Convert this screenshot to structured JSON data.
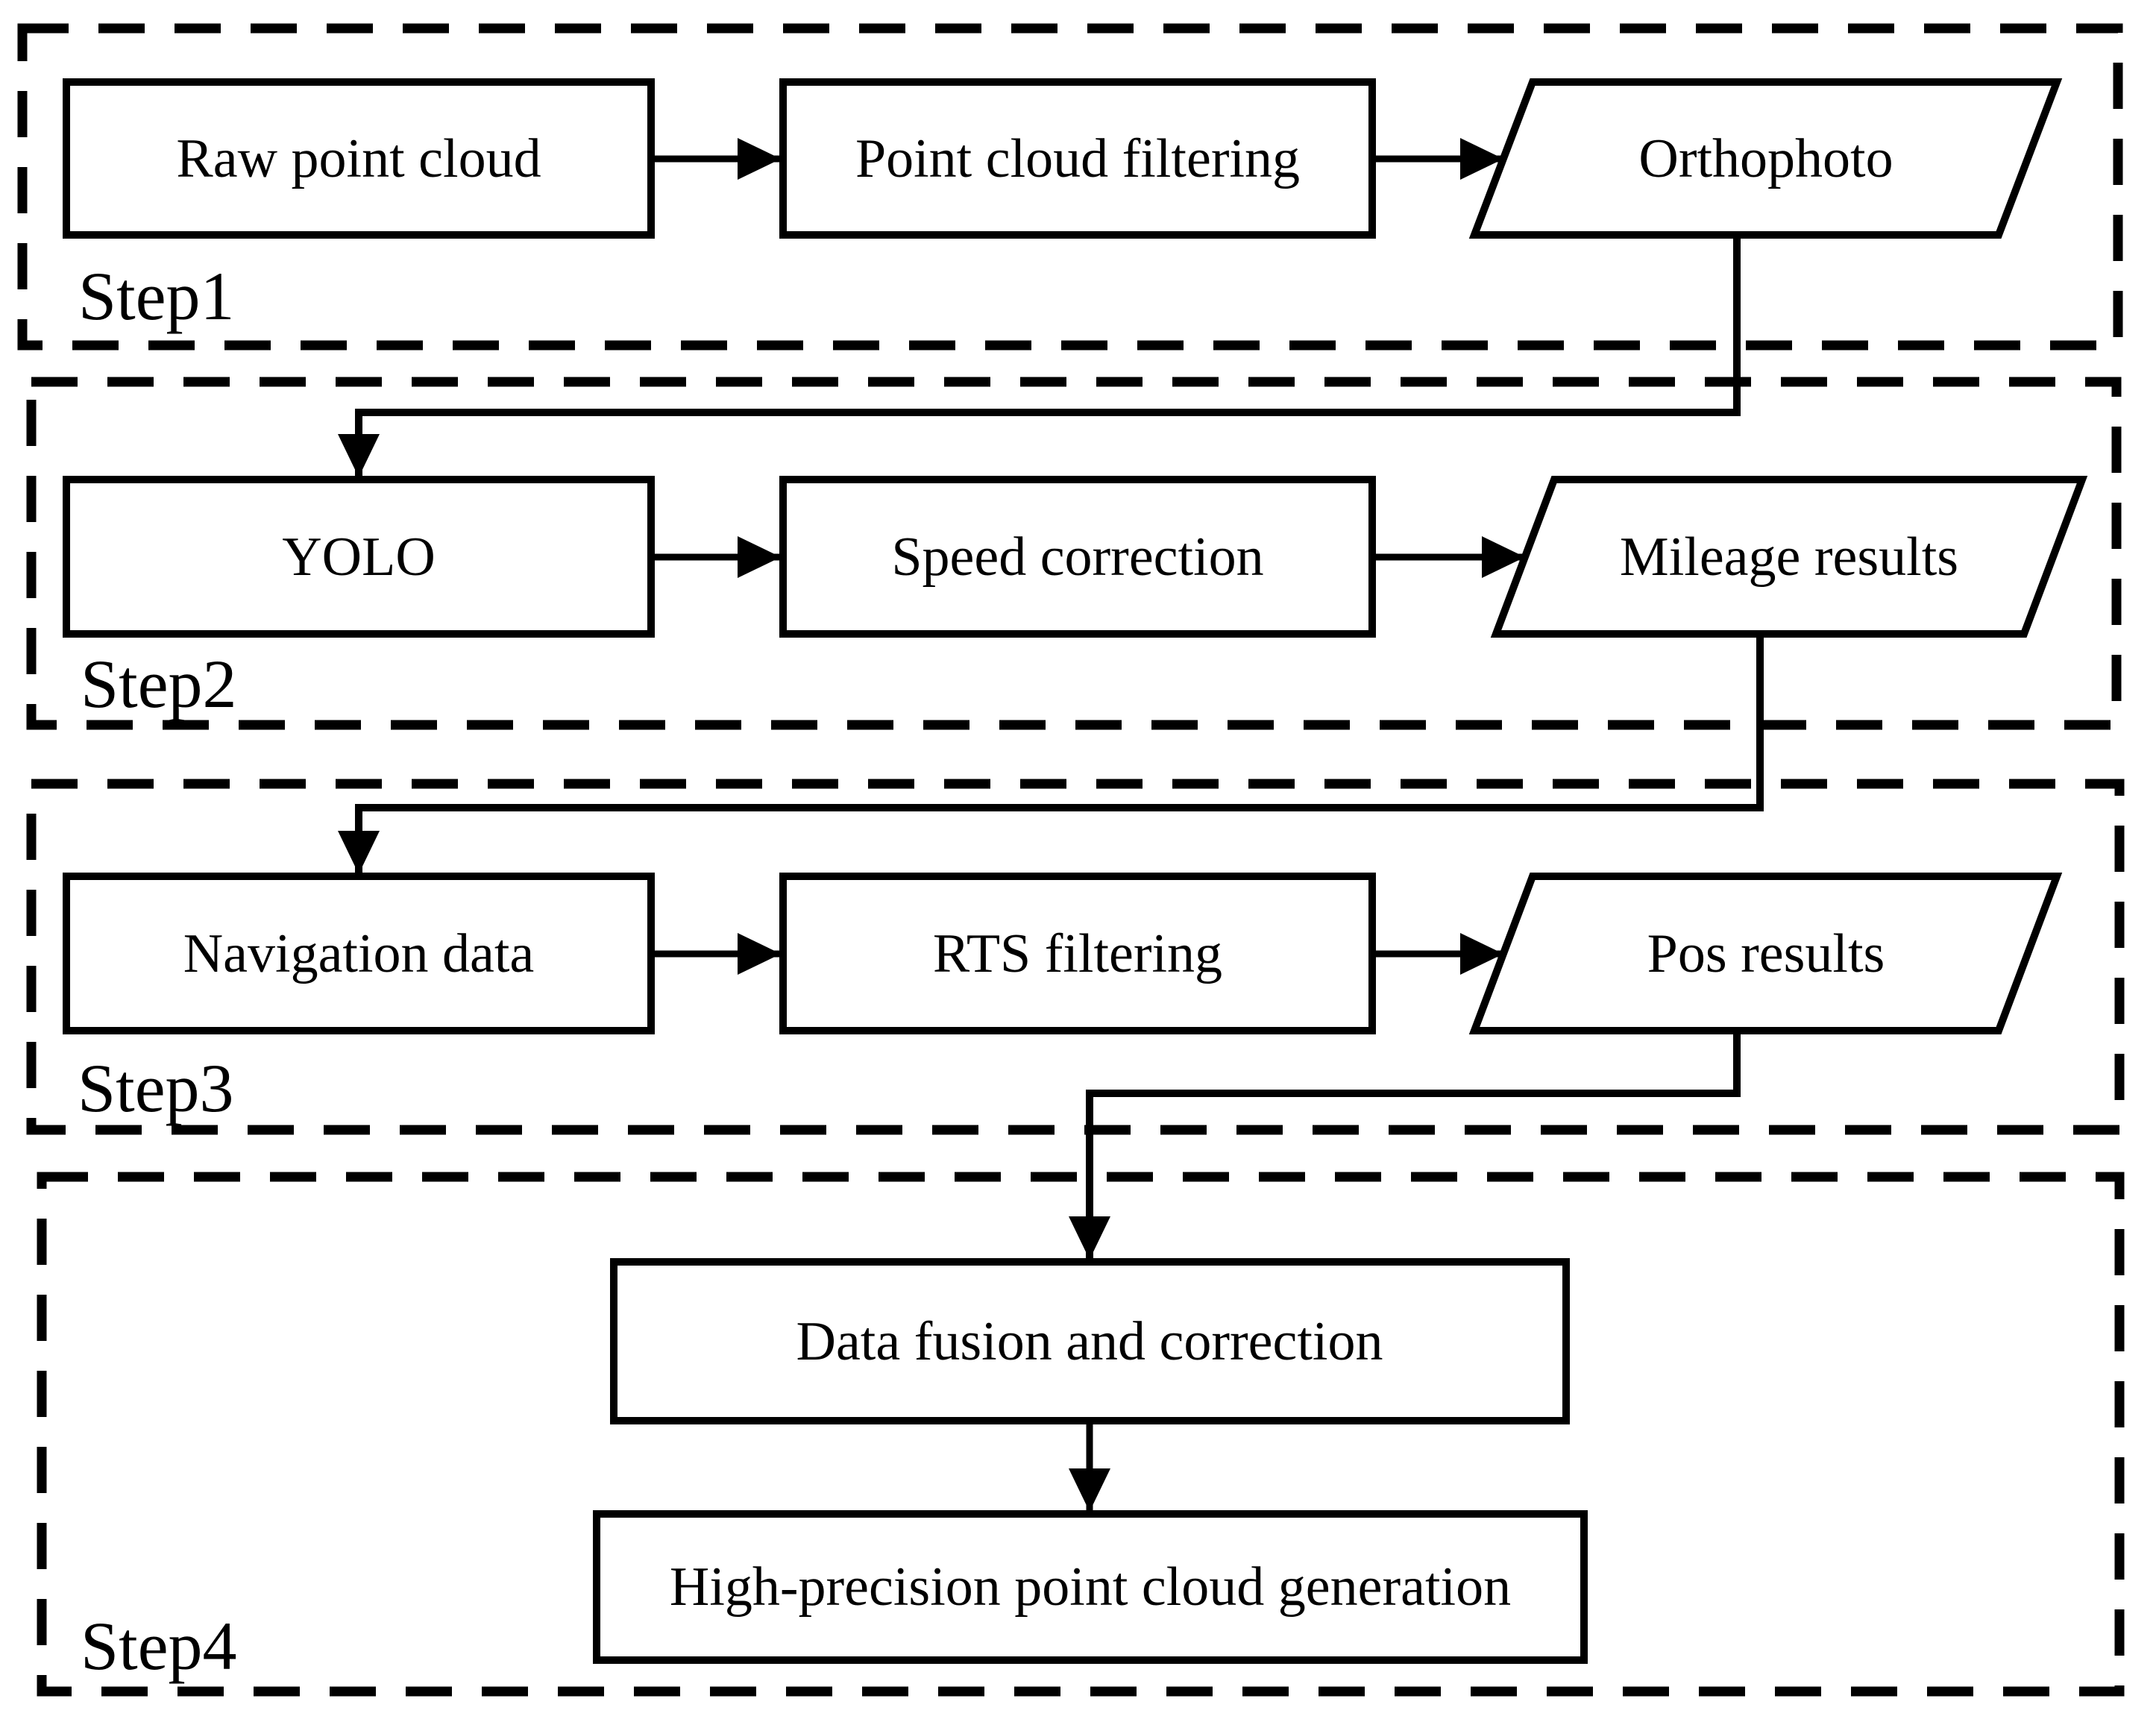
{
  "page": {
    "background_color": "#ffffff",
    "line_color": "#000000"
  },
  "diagram": {
    "type": "flowchart",
    "steps": [
      {
        "label": "Step1"
      },
      {
        "label": "Step2"
      },
      {
        "label": "Step3"
      },
      {
        "label": "Step4"
      }
    ],
    "nodes": {
      "raw": {
        "label": "Raw point cloud",
        "shape": "rectangle",
        "step": "Step1"
      },
      "filter": {
        "label": "Point cloud filtering",
        "shape": "rectangle",
        "step": "Step1"
      },
      "ortho": {
        "label": "Orthophoto",
        "shape": "parallelogram",
        "step": "Step1"
      },
      "yolo": {
        "label": "YOLO",
        "shape": "rectangle",
        "step": "Step2"
      },
      "speed": {
        "label": "Speed correction",
        "shape": "rectangle",
        "step": "Step2"
      },
      "mileage": {
        "label": "Mileage results",
        "shape": "parallelogram",
        "step": "Step2"
      },
      "nav": {
        "label": "Navigation data",
        "shape": "rectangle",
        "step": "Step3"
      },
      "rts": {
        "label": "RTS filtering",
        "shape": "rectangle",
        "step": "Step3"
      },
      "pos": {
        "label": "Pos results",
        "shape": "parallelogram",
        "step": "Step3"
      },
      "fusion": {
        "label": "Data fusion and correction",
        "shape": "rectangle",
        "step": "Step4"
      },
      "highprec": {
        "label": "High-precision point cloud generation",
        "shape": "rectangle",
        "step": "Step4"
      }
    },
    "edges": [
      {
        "from": "raw",
        "to": "filter"
      },
      {
        "from": "filter",
        "to": "ortho"
      },
      {
        "from": "ortho",
        "to": "yolo"
      },
      {
        "from": "yolo",
        "to": "speed"
      },
      {
        "from": "speed",
        "to": "mileage"
      },
      {
        "from": "mileage",
        "to": "nav"
      },
      {
        "from": "nav",
        "to": "rts"
      },
      {
        "from": "rts",
        "to": "pos"
      },
      {
        "from": "pos",
        "to": "fusion"
      },
      {
        "from": "fusion",
        "to": "highprec"
      }
    ]
  }
}
